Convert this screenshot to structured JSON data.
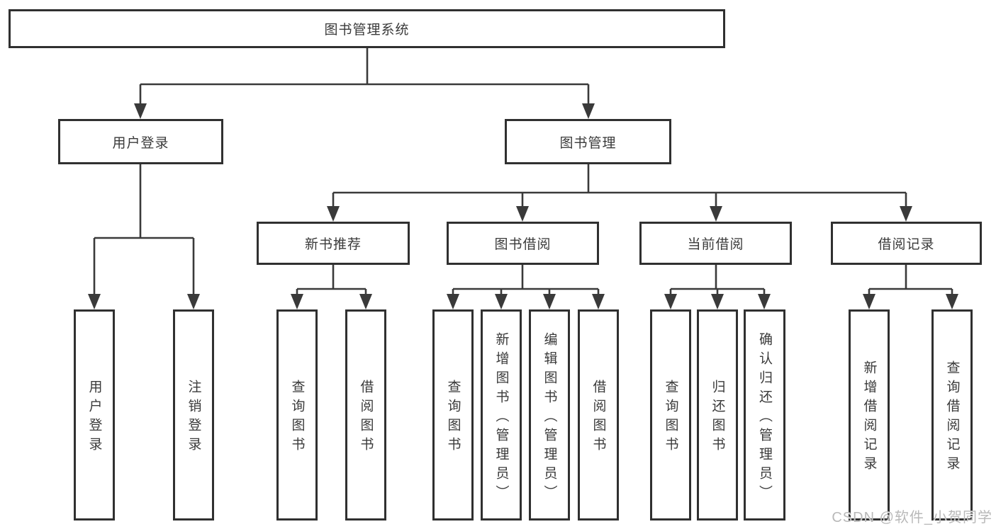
{
  "diagram": {
    "root": {
      "label": "图书管理系统",
      "children": [
        {
          "label": "用户登录",
          "children": [
            {
              "label": "用户登录"
            },
            {
              "label": "注销登录"
            }
          ]
        },
        {
          "label": "图书管理",
          "children": [
            {
              "label": "新书推荐",
              "children": [
                {
                  "label": "查询图书"
                },
                {
                  "label": "借阅图书"
                }
              ]
            },
            {
              "label": "图书借阅",
              "children": [
                {
                  "label": "查询图书"
                },
                {
                  "label": "新增图书（管理员）"
                },
                {
                  "label": "编辑图书（管理员）"
                },
                {
                  "label": "借阅图书"
                }
              ]
            },
            {
              "label": "当前借阅",
              "children": [
                {
                  "label": "查询图书"
                },
                {
                  "label": "归还图书"
                },
                {
                  "label": "确认归还（管理员）"
                }
              ]
            },
            {
              "label": "借阅记录",
              "children": [
                {
                  "label": "新增借阅记录"
                },
                {
                  "label": "查询借阅记录"
                }
              ]
            }
          ]
        }
      ]
    },
    "colors": {
      "line": "#3a3a3a",
      "box_border": "#303030",
      "text": "#3a3a3a",
      "watermark": "#b9b9b9",
      "background": "#ffffff"
    }
  },
  "watermark": {
    "text": "CSDN @软件_小贺同学"
  }
}
